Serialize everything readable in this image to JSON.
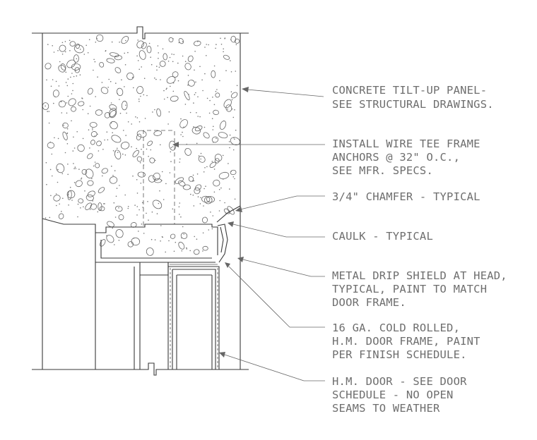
{
  "notes": {
    "concrete_panel": [
      "CONCRETE TILT-UP PANEL-",
      "SEE STRUCTURAL DRAWINGS."
    ],
    "wire_tee": [
      "INSTALL WIRE TEE FRAME",
      "ANCHORS @ 32\" O.C.,",
      "SEE MFR. SPECS."
    ],
    "chamfer": [
      "3/4\" CHAMFER - TYPICAL"
    ],
    "caulk": [
      "CAULK - TYPICAL"
    ],
    "drip_shield": [
      "METAL DRIP SHIELD AT HEAD,",
      "TYPICAL, PAINT TO MATCH",
      "DOOR FRAME."
    ],
    "door_frame": [
      "16 GA. COLD ROLLED,",
      "H.M. DOOR FRAME, PAINT",
      "PER FINISH SCHEDULE."
    ],
    "hm_door": [
      "H.M. DOOR - SEE DOOR",
      "SCHEDULE - NO OPEN",
      "SEAMS TO WEATHER"
    ]
  },
  "colors": {
    "linework": "#3a3a3a",
    "text": "#6e6e6e",
    "background": "#ffffff"
  }
}
